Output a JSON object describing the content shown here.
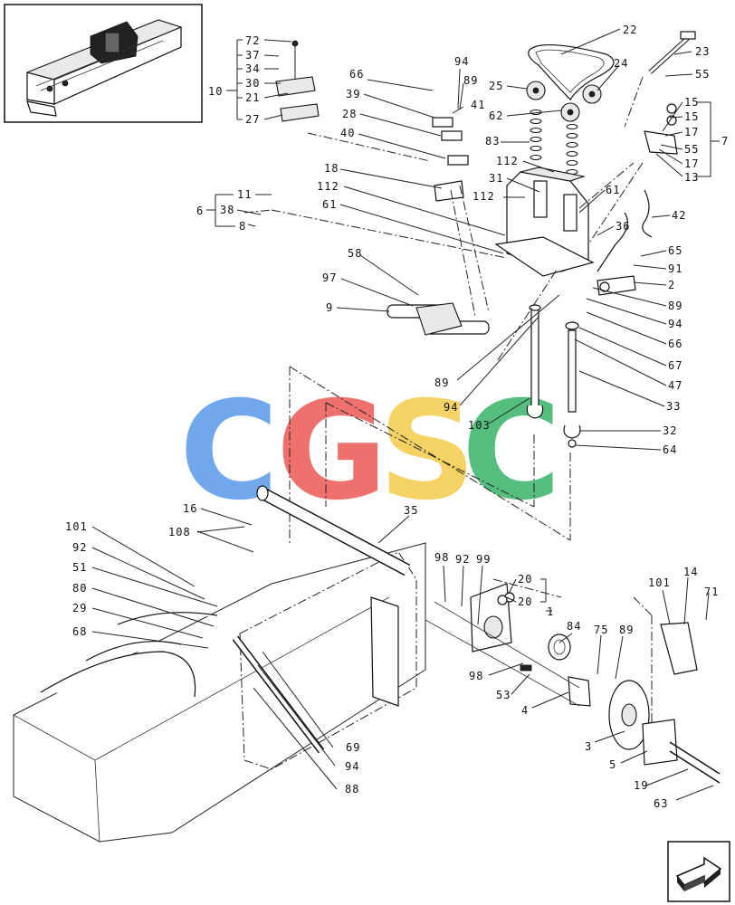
{
  "watermark": {
    "letters": [
      "C",
      "G",
      "S",
      "C"
    ],
    "colors": [
      "#6aa4ec",
      "#ee6a67",
      "#f5d05c",
      "#4cba78"
    ]
  },
  "callouts": [
    {
      "id": "c72",
      "label": "72"
    },
    {
      "id": "c37",
      "label": "37"
    },
    {
      "id": "c34",
      "label": "34"
    },
    {
      "id": "c30",
      "label": "30"
    },
    {
      "id": "c10",
      "label": "10"
    },
    {
      "id": "c21",
      "label": "21"
    },
    {
      "id": "c27",
      "label": "27"
    },
    {
      "id": "c94a",
      "label": "94"
    },
    {
      "id": "c89a",
      "label": "89"
    },
    {
      "id": "c66a",
      "label": "66"
    },
    {
      "id": "c39",
      "label": "39"
    },
    {
      "id": "c41",
      "label": "41"
    },
    {
      "id": "c28",
      "label": "28"
    },
    {
      "id": "c40",
      "label": "40"
    },
    {
      "id": "c18",
      "label": "18"
    },
    {
      "id": "c112a",
      "label": "112"
    },
    {
      "id": "c61a",
      "label": "61"
    },
    {
      "id": "c11",
      "label": "11"
    },
    {
      "id": "c6",
      "label": "6"
    },
    {
      "id": "c38",
      "label": "38"
    },
    {
      "id": "c8",
      "label": "8"
    },
    {
      "id": "c58",
      "label": "58"
    },
    {
      "id": "c97",
      "label": "97"
    },
    {
      "id": "c9",
      "label": "9"
    },
    {
      "id": "c22",
      "label": "22"
    },
    {
      "id": "c24",
      "label": "24"
    },
    {
      "id": "c25",
      "label": "25"
    },
    {
      "id": "c62",
      "label": "62"
    },
    {
      "id": "c83",
      "label": "83"
    },
    {
      "id": "c112b",
      "label": "112"
    },
    {
      "id": "c31",
      "label": "31"
    },
    {
      "id": "c112c",
      "label": "112"
    },
    {
      "id": "c61b",
      "label": "61"
    },
    {
      "id": "c36",
      "label": "36"
    },
    {
      "id": "c23",
      "label": "23"
    },
    {
      "id": "c55a",
      "label": "55"
    },
    {
      "id": "c15a",
      "label": "15"
    },
    {
      "id": "c15b",
      "label": "15"
    },
    {
      "id": "c17a",
      "label": "17"
    },
    {
      "id": "c7",
      "label": "7"
    },
    {
      "id": "c55b",
      "label": "55"
    },
    {
      "id": "c17b",
      "label": "17"
    },
    {
      "id": "c13",
      "label": "13"
    },
    {
      "id": "c42",
      "label": "42"
    },
    {
      "id": "c65",
      "label": "65"
    },
    {
      "id": "c91",
      "label": "91"
    },
    {
      "id": "c2",
      "label": "2"
    },
    {
      "id": "c89b",
      "label": "89"
    },
    {
      "id": "c94b",
      "label": "94"
    },
    {
      "id": "c66b",
      "label": "66"
    },
    {
      "id": "c67",
      "label": "67"
    },
    {
      "id": "c47",
      "label": "47"
    },
    {
      "id": "c89c",
      "label": "89"
    },
    {
      "id": "c94c",
      "label": "94"
    },
    {
      "id": "c33",
      "label": "33"
    },
    {
      "id": "c103",
      "label": "103"
    },
    {
      "id": "c32",
      "label": "32"
    },
    {
      "id": "c64",
      "label": "64"
    },
    {
      "id": "c16",
      "label": "16"
    },
    {
      "id": "c108",
      "label": "108"
    },
    {
      "id": "c35",
      "label": "35"
    },
    {
      "id": "c101a",
      "label": "101"
    },
    {
      "id": "c92a",
      "label": "92"
    },
    {
      "id": "c51",
      "label": "51"
    },
    {
      "id": "c80",
      "label": "80"
    },
    {
      "id": "c29",
      "label": "29"
    },
    {
      "id": "c68",
      "label": "68"
    },
    {
      "id": "c98a",
      "label": "98"
    },
    {
      "id": "c92b",
      "label": "92"
    },
    {
      "id": "c99",
      "label": "99"
    },
    {
      "id": "c20a",
      "label": "20"
    },
    {
      "id": "c20b",
      "label": "20"
    },
    {
      "id": "c1",
      "label": "1"
    },
    {
      "id": "c84",
      "label": "84"
    },
    {
      "id": "c98b",
      "label": "98"
    },
    {
      "id": "c53",
      "label": "53"
    },
    {
      "id": "c4",
      "label": "4"
    },
    {
      "id": "c75",
      "label": "75"
    },
    {
      "id": "c89d",
      "label": "89"
    },
    {
      "id": "c101b",
      "label": "101"
    },
    {
      "id": "c14",
      "label": "14"
    },
    {
      "id": "c71",
      "label": "71"
    },
    {
      "id": "c3",
      "label": "3"
    },
    {
      "id": "c5",
      "label": "5"
    },
    {
      "id": "c19",
      "label": "19"
    },
    {
      "id": "c63",
      "label": "63"
    },
    {
      "id": "c69",
      "label": "69"
    },
    {
      "id": "c94d",
      "label": "94"
    },
    {
      "id": "c88",
      "label": "88"
    }
  ],
  "nav_icon": "next-page-arrow-icon",
  "thumbnail_icon": "machine-overview-thumbnail-icon"
}
